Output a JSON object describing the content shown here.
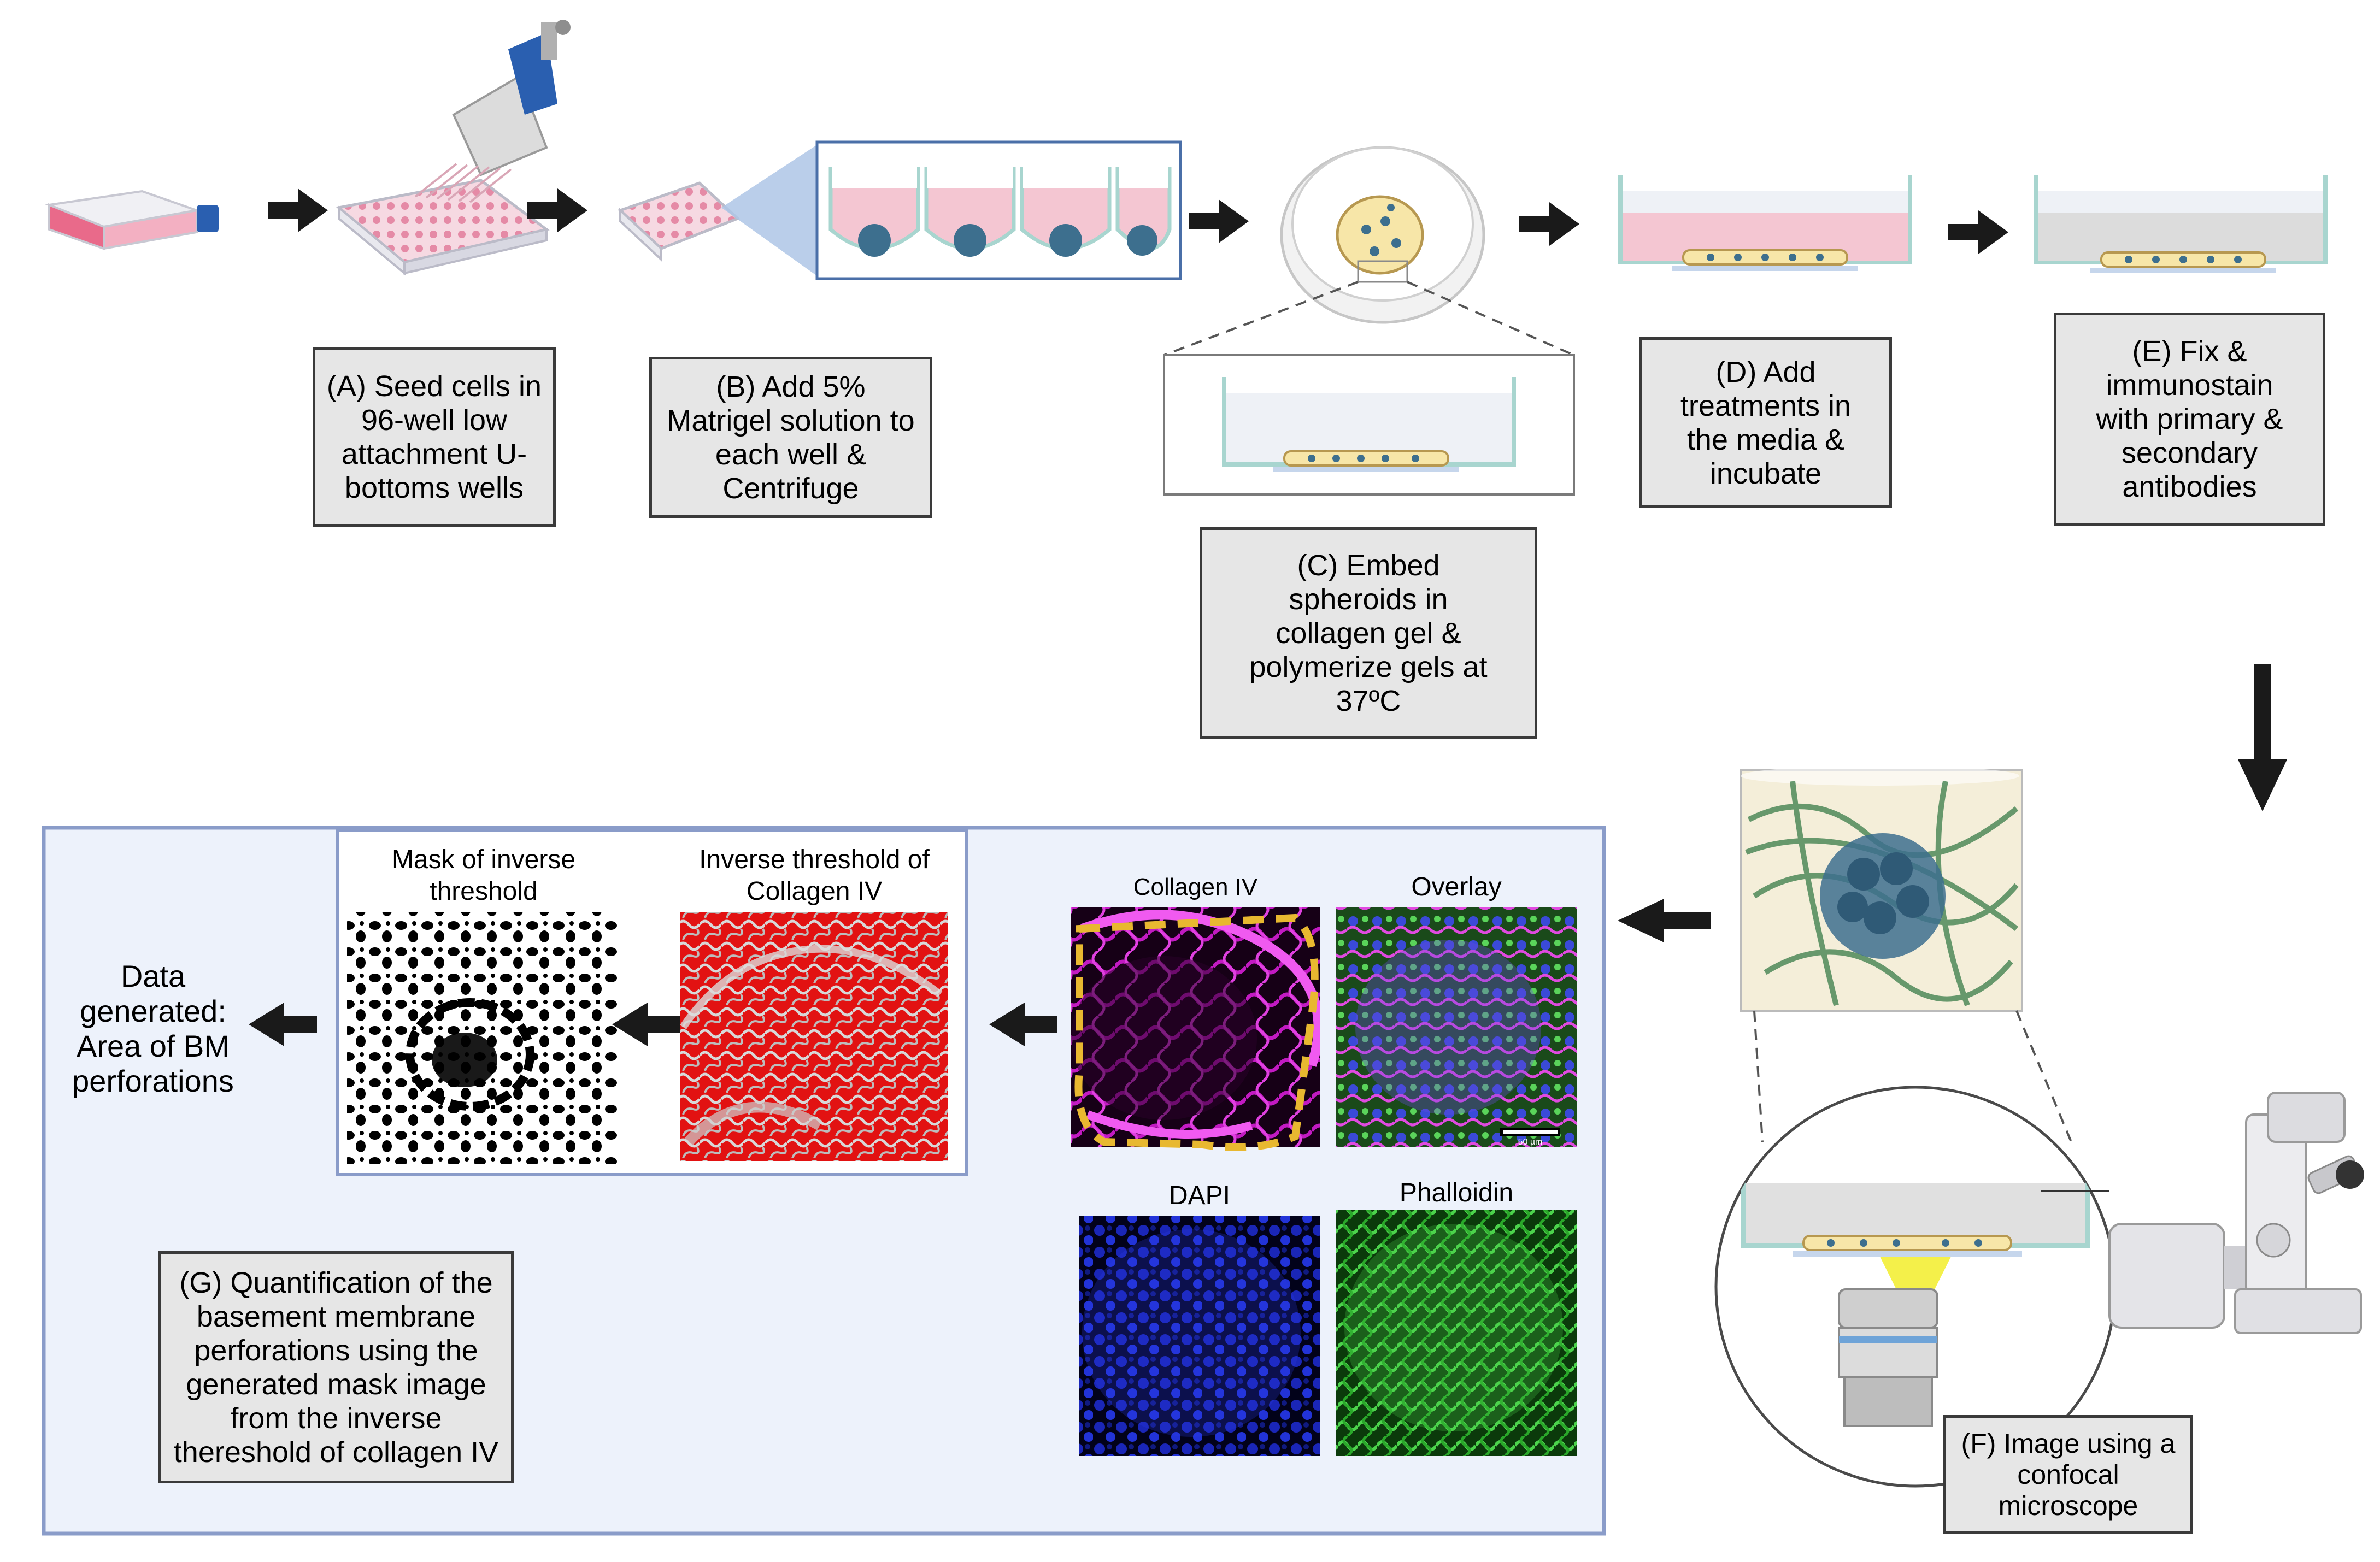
{
  "steps": {
    "a": "(A) Seed cells in\n96-well low\nattachment U-\nbottoms wells",
    "b": "(B) Add 5%\nMatrigel solution to\neach well &\nCentrifuge",
    "c": "(C) Embed\nspheroids in\ncollagen gel &\npolymerize gels at\n37ºC",
    "d": "(D) Add\ntreatments in\nthe media &\nincubate",
    "e": "(E) Fix &\nimmunostain\nwith primary &\nsecondary\nantibodies",
    "f": "(F) Image using a\nconfocal\nmicroscope",
    "g": "(G) Quantification of the\nbasement membrane\nperforations using the\ngenerated mask image\nfrom the inverse\nthereshold of collagen IV"
  },
  "panels": {
    "mask": "Mask of inverse\nthreshold",
    "inverse": "Inverse threshold of\nCollagen IV",
    "collagen": "Collagen IV",
    "overlay": "Overlay",
    "dapi": "DAPI",
    "phalloidin": "Phalloidin",
    "scale_bar": "50 µm"
  },
  "output_text": "Data\ngenerated:\nArea of BM\nperforations",
  "colors": {
    "arrow": "#1a1a1a",
    "panel_bg": "#edf2fb",
    "panel_border": "#8a9cc9",
    "box_fill": "#e6e6e6",
    "medium_pink": "#f4c6d2",
    "well_outline": "#a8d5cf",
    "gel_yellow": "#f7e6a8",
    "spheroid": "#3d6f8e",
    "collagen_magenta": "#d61ad6",
    "dapi_blue": "#1d2fd9",
    "phalloidin_green": "#3bc43b",
    "threshold_red": "#e01515",
    "outline_dash": "#e8b830"
  },
  "icons": [
    "flask-icon",
    "well-plate-icon",
    "multichannel-pipette-icon",
    "petri-dish-icon",
    "confocal-microscope-icon",
    "objective-lens-icon"
  ]
}
